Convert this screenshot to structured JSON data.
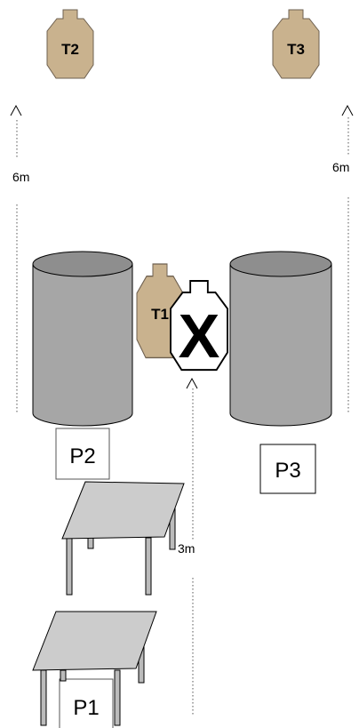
{
  "colors": {
    "target_fill": "#c9b28e",
    "noshoot_fill": "#ffffff",
    "barrel_fill": "#a6a6a6",
    "barrel_top": "#8e8e8e",
    "table_top": "#cccccc",
    "table_leg": "#bbbbbb"
  },
  "targets": [
    {
      "id": "t1",
      "label": "T1"
    },
    {
      "id": "t2",
      "label": "T2"
    },
    {
      "id": "t3",
      "label": "T3"
    }
  ],
  "no_shoot": {
    "mark": "X"
  },
  "positions": [
    {
      "id": "p1",
      "label": "P1"
    },
    {
      "id": "p2",
      "label": "P2"
    },
    {
      "id": "p3",
      "label": "P3"
    }
  ],
  "distances": {
    "left": "6m",
    "right": "6m",
    "center": "3m"
  },
  "icons": {
    "arrow": "arrow-up-icon",
    "barrel": "barrel-icon",
    "table": "table-icon"
  }
}
